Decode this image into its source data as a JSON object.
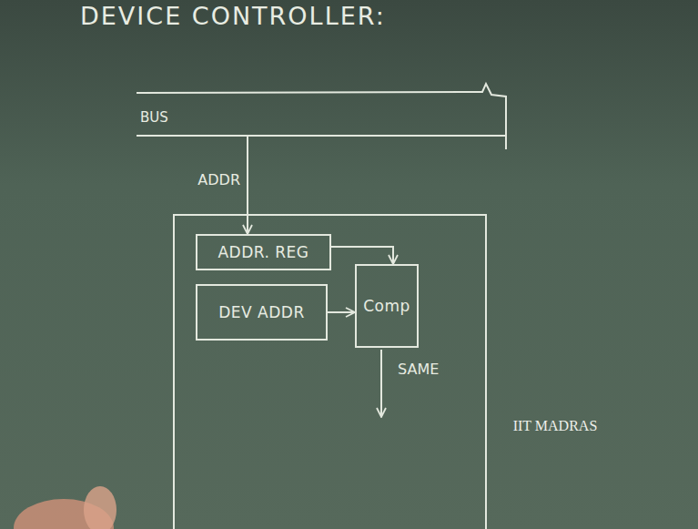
{
  "diagram": {
    "title": "DEVICE CONTROLLER:",
    "nodes": [
      {
        "text": [
          "BUS"
        ]
      },
      {
        "text": []
      },
      {
        "text": [
          "ADDR. REG"
        ],
        "in": 1
      },
      {
        "text": [
          "DEV ADDR"
        ],
        "in": 1
      },
      {
        "text": [
          "Comp"
        ],
        "in": 1
      }
    ],
    "edges": [
      {
        "from": 0,
        "to": 2,
        "arrow": "to",
        "label": "ADDR"
      },
      {
        "from": 2,
        "to": 4,
        "arrow": "to"
      },
      {
        "from": 3,
        "to": 4,
        "arrow": "to"
      }
    ],
    "labels": [
      "SAME",
      "IIT MADRAS"
    ]
  }
}
